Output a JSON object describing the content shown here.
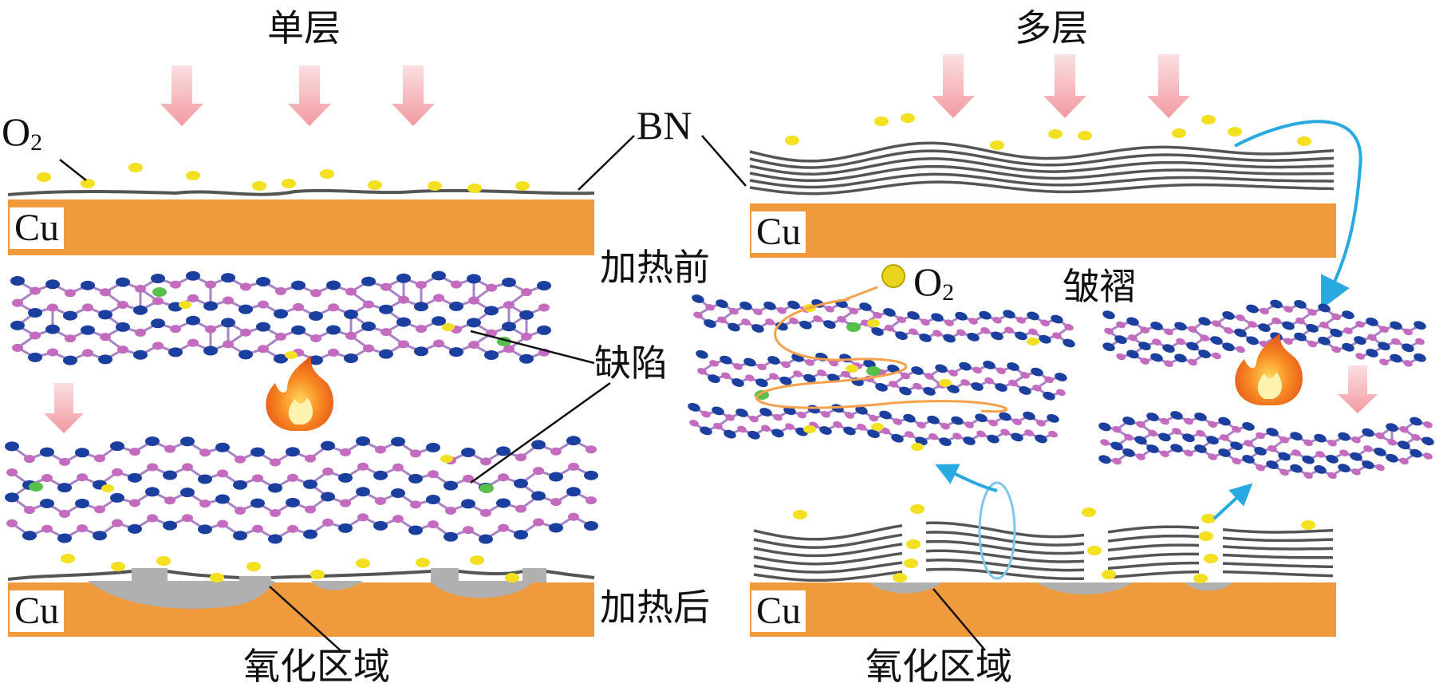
{
  "labels": {
    "single_layer": "单层",
    "multi_layer": "多层",
    "o2": "O",
    "o2_sub": "2",
    "bn": "BN",
    "cu": "Cu",
    "before_heating": "加热前",
    "after_heating": "加热后",
    "defect": "缺陷",
    "wrinkle": "皱褶",
    "oxidized_region": "氧化区域"
  },
  "colors": {
    "copper": "#f09a3e",
    "oxide": "#b0b0b0",
    "bn_line": "#555555",
    "oxygen": "#f2e021",
    "boron": "#1b3f9e",
    "nitrogen": "#c56bbf",
    "defect_atom": "#56c04a",
    "pink_arrow": "#f2a2a6",
    "blue_arrow": "#28a9e0",
    "orange_path": "#f5a04a",
    "flame": "#f06a1c"
  }
}
